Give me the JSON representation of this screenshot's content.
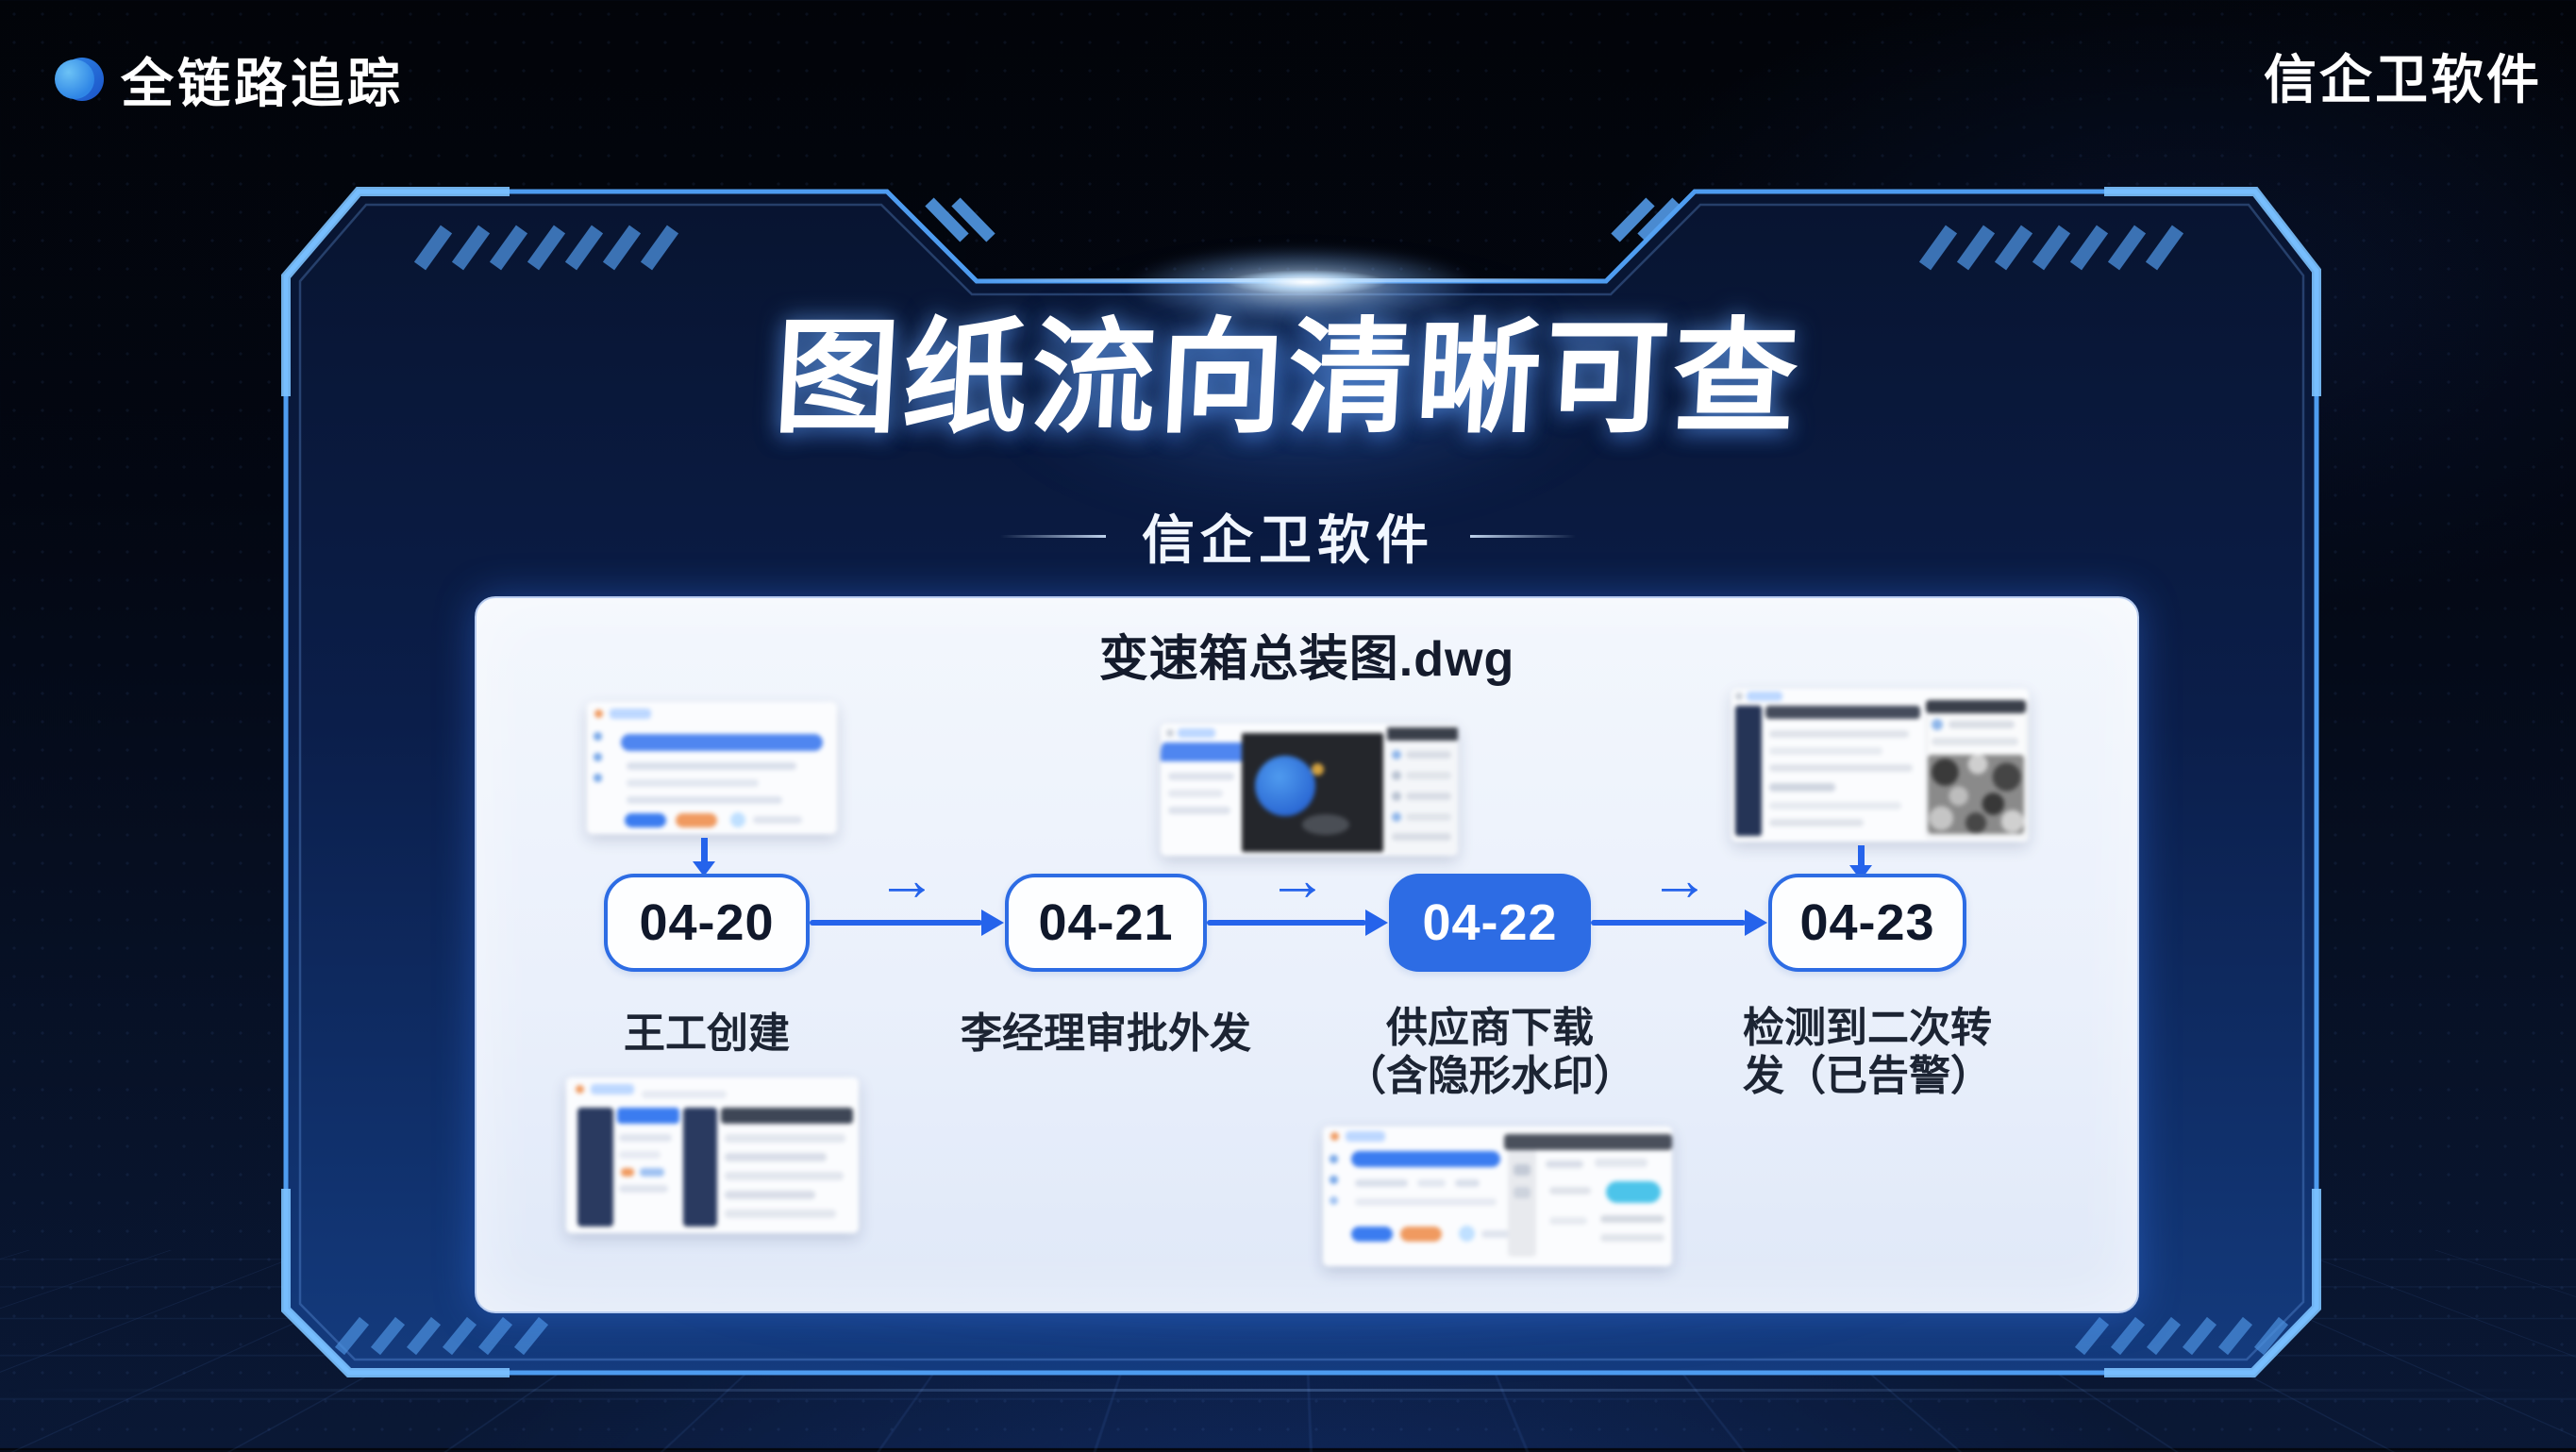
{
  "header": {
    "logo_text": "全链路追踪",
    "brand": "信企卫软件"
  },
  "hero": {
    "title": "图纸流向清晰可查",
    "subtitle": "信企卫软件"
  },
  "panel": {
    "file_name": "变速箱总装图.dwg",
    "arrow_glyph": "→",
    "steps": [
      {
        "date": "04-20",
        "label": "王工创建",
        "highlighted": false
      },
      {
        "date": "04-21",
        "label": "李经理审批外发",
        "highlighted": false
      },
      {
        "date": "04-22",
        "label": "供应商下载",
        "label2": "（含隐形水印）",
        "highlighted": true
      },
      {
        "date": "04-23",
        "label": "检测到二次转",
        "label2": "发（已告警）",
        "highlighted": false
      }
    ]
  },
  "colors": {
    "accent": "#2d6ce4",
    "frame_glow": "#5fb0ff",
    "panel_bg": "#edf2fb"
  }
}
